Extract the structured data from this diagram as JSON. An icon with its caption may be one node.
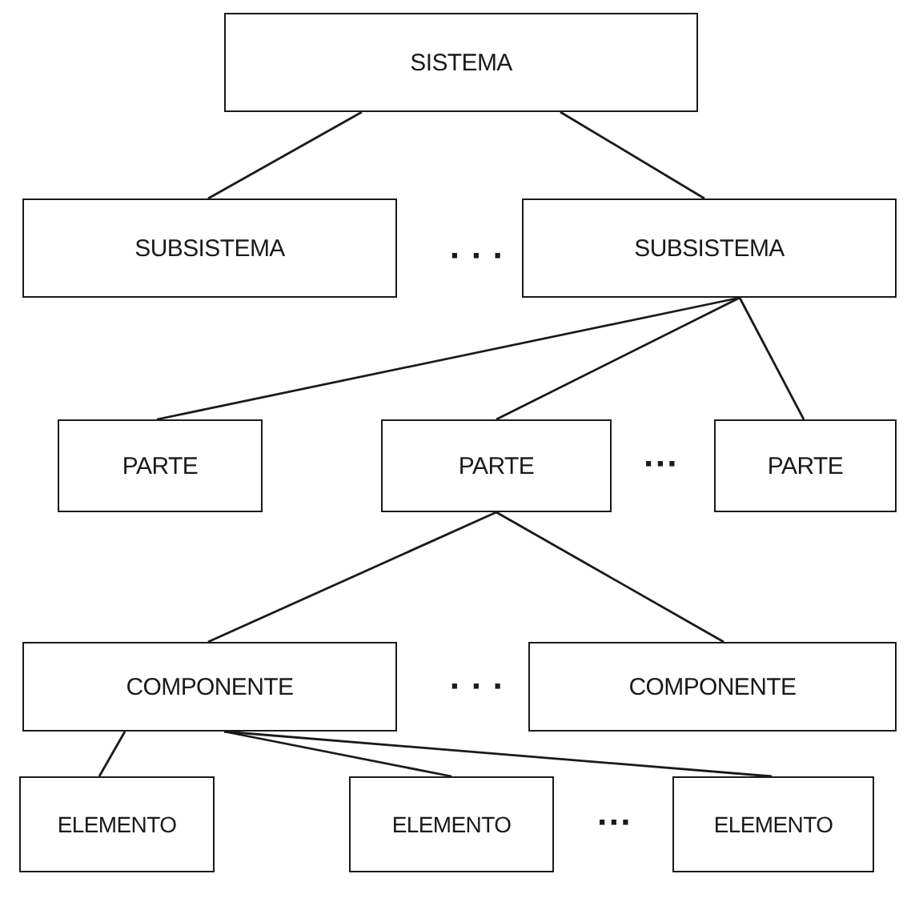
{
  "diagram": {
    "nodes": [
      {
        "text": [
          "SISTEMA"
        ]
      },
      {
        "text": [
          "SUBSISTEMA"
        ]
      },
      {
        "text": [
          "SUBSISTEMA"
        ]
      },
      {
        "text": [
          "PARTE"
        ]
      },
      {
        "text": [
          "PARTE"
        ]
      },
      {
        "text": [
          "PARTE"
        ]
      },
      {
        "text": [
          "COMPONENTE"
        ]
      },
      {
        "text": [
          "COMPONENTE"
        ]
      },
      {
        "text": [
          "ELEMENTO"
        ]
      },
      {
        "text": [
          "ELEMENTO"
        ]
      },
      {
        "text": [
          "ELEMENTO"
        ]
      }
    ],
    "edges": [
      {
        "from": 0,
        "to": 1,
        "arrow": "none"
      },
      {
        "from": 0,
        "to": 2,
        "arrow": "none"
      },
      {
        "from": 2,
        "to": 3,
        "arrow": "none"
      },
      {
        "from": 2,
        "to": 4,
        "arrow": "none"
      },
      {
        "from": 2,
        "to": 5,
        "arrow": "none"
      },
      {
        "from": 4,
        "to": 6,
        "arrow": "none"
      },
      {
        "from": 4,
        "to": 7,
        "arrow": "none"
      },
      {
        "from": 6,
        "to": 8,
        "arrow": "none"
      },
      {
        "from": 6,
        "to": 9,
        "arrow": "none"
      },
      {
        "from": 6,
        "to": 10,
        "arrow": "none"
      }
    ],
    "labels": [
      "· · ·",
      "···",
      "· · ·",
      "···"
    ]
  }
}
